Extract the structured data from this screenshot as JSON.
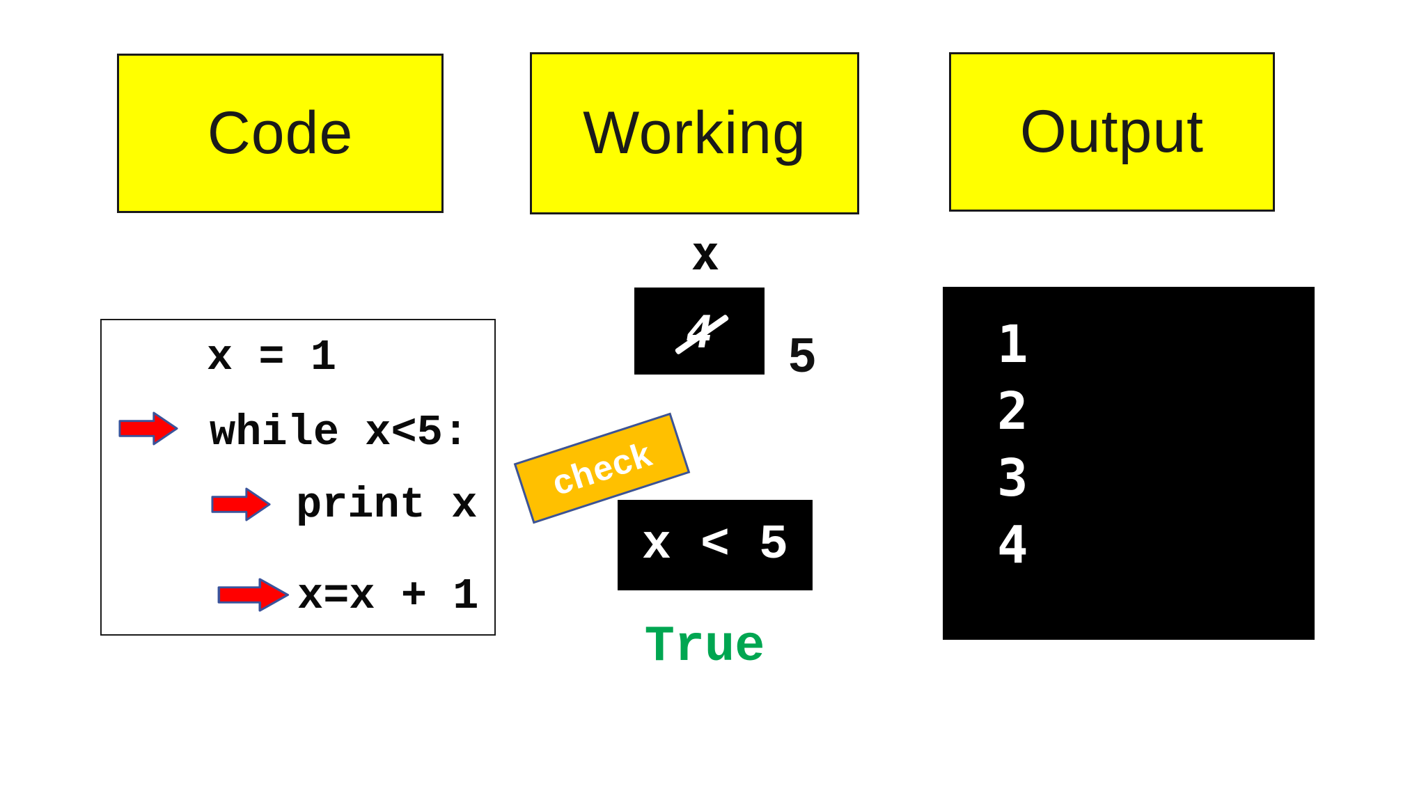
{
  "slide": {
    "headers": [
      {
        "label": "Code"
      },
      {
        "label": "Working"
      },
      {
        "label": "Output"
      }
    ]
  },
  "code": {
    "lines": [
      {
        "text": "x = 1",
        "has_arrow": false
      },
      {
        "text": "while x<5:",
        "has_arrow": true
      },
      {
        "text": "print x",
        "has_arrow": true
      },
      {
        "text": "x=x + 1",
        "has_arrow": true
      }
    ]
  },
  "working": {
    "variable_name": "x",
    "old_value": "4",
    "old_value_struck_out": true,
    "new_value": "5",
    "check_label": "check",
    "condition": "x < 5",
    "condition_result": "True"
  },
  "output": {
    "lines": [
      "1",
      "2",
      "3",
      "4"
    ]
  },
  "colors": {
    "header_fill": "#FFFF00",
    "arrow_fill": "#FF0000",
    "outline_blue": "#3A539B",
    "check_fill": "#FFC000",
    "result_green": "#00A651",
    "panel_black": "#000000"
  }
}
